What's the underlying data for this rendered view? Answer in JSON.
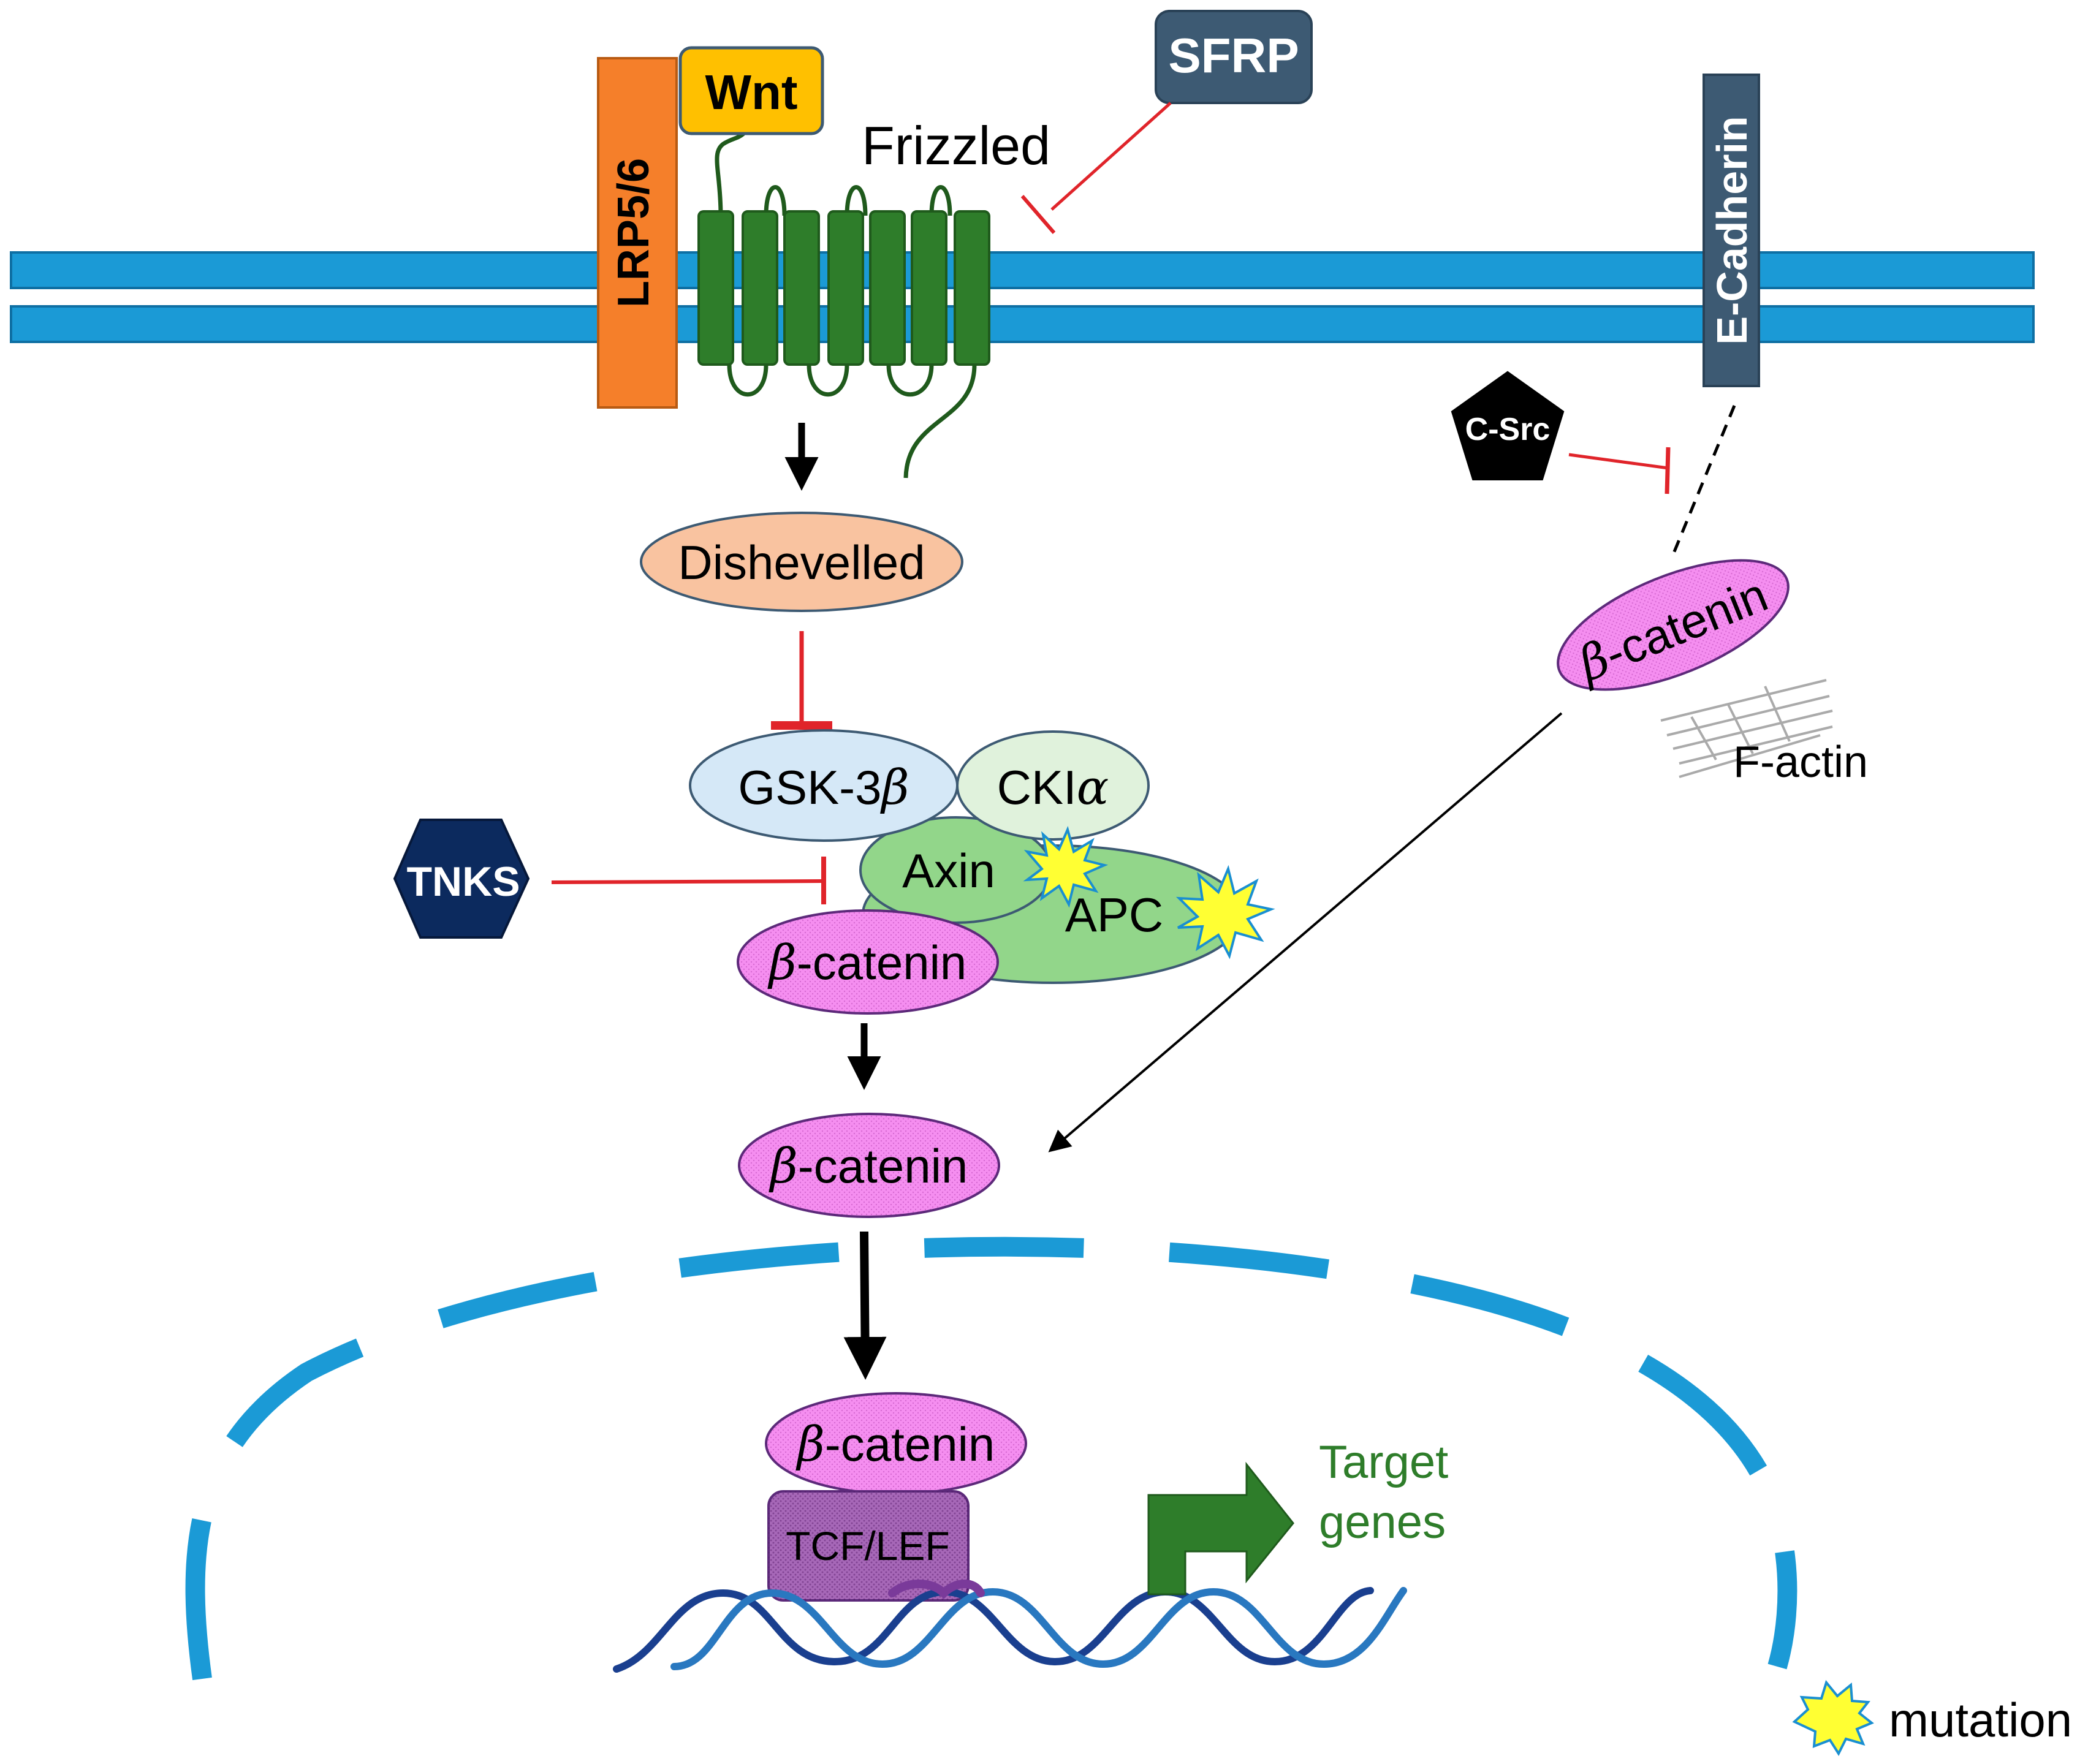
{
  "labels": {
    "wnt": "Wnt",
    "lrp": "LRP5/6",
    "frizzled": "Frizzled",
    "sfrp": "SFRP",
    "e_cadherin": "E-Cadherin",
    "c_src": "C-Src",
    "dishevelled": "Dishevelled",
    "gsk_prefix": "GSK-3",
    "ck_prefix": "CKI",
    "axin": "Axin",
    "apc": "APC",
    "tnks": "TNKS",
    "beta": "β",
    "alpha": "α",
    "catenin_suffix": "-catenin",
    "f_actin": "F-actin",
    "tcf_lef": "TCF/LEF",
    "target_line1": "Target",
    "target_line2": "genes",
    "legend_mutation": "mutation"
  },
  "colors": {
    "membrane": "#1b9ad6",
    "frizzled": "#2e7d2a",
    "frizzled_dark": "#1f5a1c",
    "lrp": "#f57f2a",
    "wnt": "#ffc000",
    "sfrp": "#3d5a73",
    "e_cadherin": "#3d5a73",
    "dishevelled": "#f9c3a0",
    "gsk": "#d5e8f7",
    "ck": "#e0f2dc",
    "axin_apc": "#92d68a",
    "beta_catenin": "#f58ef0",
    "tcf_lef": "#a768b8",
    "inhibition": "#e0242a",
    "tnks": "#0c2a5e",
    "target_genes": "#2e7d2a",
    "dna_dark": "#1a3f8f",
    "dna_light": "#2978c0",
    "mutation_fill": "#ffff33",
    "mutation_stroke": "#1a8fd1"
  },
  "icons": {
    "mutation": "starburst-icon",
    "c_src": "pentagon-icon",
    "tnks": "hexagon-icon",
    "transcription": "bent-arrow-icon"
  }
}
